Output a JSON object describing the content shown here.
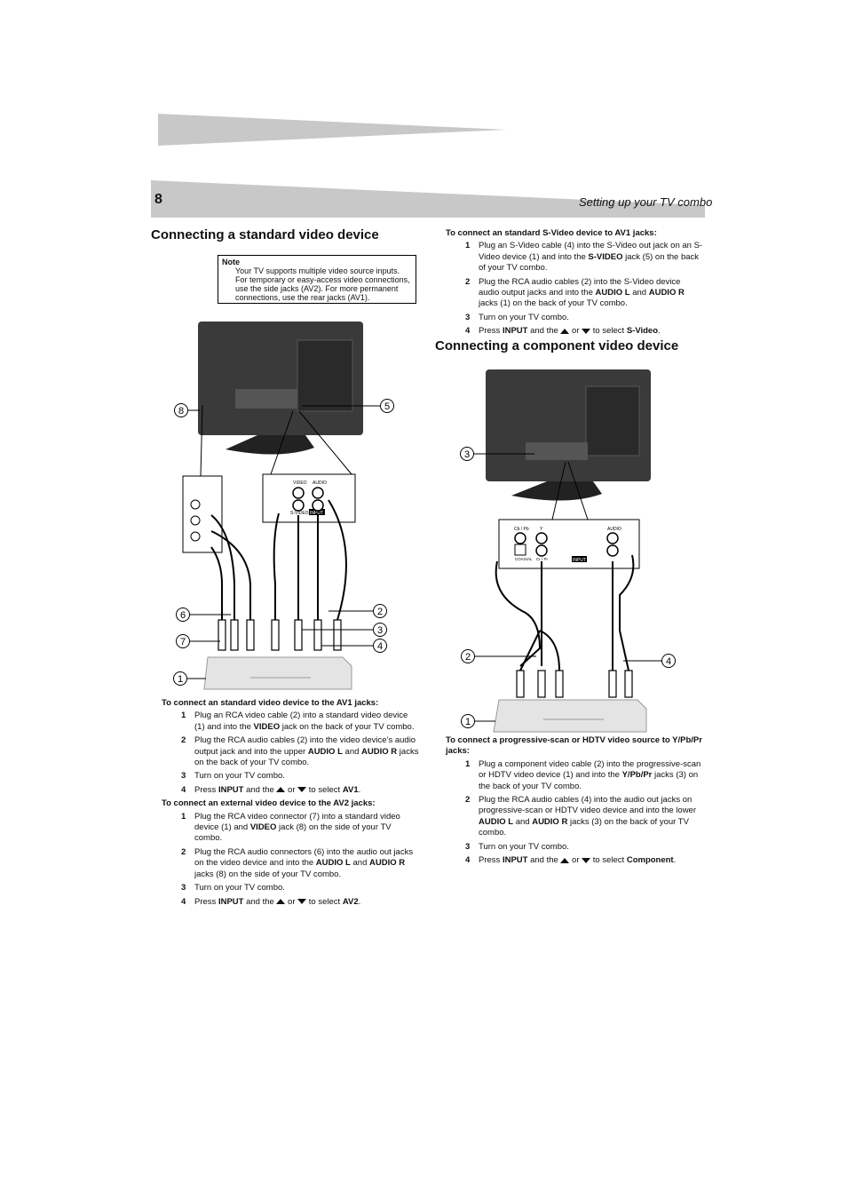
{
  "header": {
    "page_number": "8",
    "section_title": "Setting up your TV combo"
  },
  "left": {
    "heading": "Connecting a standard video device",
    "note": {
      "title": "Note",
      "body": "Your TV supports multiple video source inputs. For temporary or easy-access video connections, use the side jacks (AV2). For more permanent connections, use the rear jacks (AV1)."
    },
    "figure": {
      "callouts": [
        "8",
        "5",
        "6",
        "2",
        "3",
        "7",
        "4",
        "1"
      ],
      "panel_labels": {
        "video": "VIDEO",
        "audio": "AUDIO",
        "svideo": "S-VIDEO",
        "input": "INPUT 1"
      }
    },
    "av1": {
      "heading": "To connect an standard video device to the AV1 jacks:",
      "s1_a": "Plug an RCA video cable (2) into a standard video device (1) and into the ",
      "s1_b": "VIDEO",
      "s1_c": " jack on the back of your TV combo.",
      "s2_a": "Plug the RCA audio cables (2) into the video device’s audio output jack and into the upper ",
      "s2_b": "AUDIO L",
      "s2_c": " and ",
      "s2_d": "AUDIO R",
      "s2_e": " jacks on the back of your TV combo.",
      "s3": "Turn on your TV combo.",
      "s4_a": "Press ",
      "s4_b": "INPUT",
      "s4_c": " and the ",
      "s4_d": " or ",
      "s4_e": " to select ",
      "s4_f": "AV1",
      "s4_g": "."
    },
    "av2": {
      "heading": "To connect an external video device to the AV2 jacks:",
      "s1_a": "Plug the RCA video connector (7) into a standard video device (1) and ",
      "s1_b": "VIDEO",
      "s1_c": " jack (8) on the side of your TV combo.",
      "s2_a": "Plug the RCA audio connectors (6) into the audio out jacks on the video device and into the ",
      "s2_b": "AUDIO L",
      "s2_c": " and ",
      "s2_d": "AUDIO R",
      "s2_e": " jacks (8) on the side of your TV combo.",
      "s3": "Turn on your TV combo.",
      "s4_a": "Press ",
      "s4_b": "INPUT",
      "s4_c": " and the ",
      "s4_d": " or ",
      "s4_e": " to select ",
      "s4_f": "AV2",
      "s4_g": "."
    }
  },
  "right": {
    "svideo": {
      "heading": "To connect an standard S-Video device to AV1 jacks:",
      "s1_a": "Plug an S-Video cable (4) into the S-Video out jack on an S-Video device (1) and into the ",
      "s1_b": "S-VIDEO",
      "s1_c": " jack (5) on the back of your TV combo.",
      "s2_a": "Plug the RCA audio cables (2) into the S-Video device audio output jacks and into the ",
      "s2_b": "AUDIO L",
      "s2_c": " and ",
      "s2_d": "AUDIO R",
      "s2_e": " jacks (1) on the back of your TV combo.",
      "s3": "Turn on your TV combo.",
      "s4_a": "Press ",
      "s4_b": "INPUT",
      "s4_c": " and the ",
      "s4_d": " or ",
      "s4_e": " to select ",
      "s4_f": "S-Video",
      "s4_g": "."
    },
    "heading": "Connecting a component video device",
    "figure": {
      "callouts": [
        "3",
        "2",
        "4",
        "1"
      ],
      "panel_labels": {
        "cbpb": "Cb / Pb",
        "y": "Y",
        "audio": "AUDIO",
        "coaxial": "COAXIAL",
        "crpr": "Cr / Pr",
        "input": "INPUT"
      }
    },
    "component": {
      "heading": "To connect a progressive-scan or HDTV video source to Y/Pb/Pr jacks:",
      "s1_a": "Plug a component video cable (2) into the progressive-scan or HDTV video device (1) and into the ",
      "s1_b": "Y/Pb/Pr",
      "s1_c": " jacks (3) on the back of your TV combo.",
      "s2_a": "Plug the RCA audio cables (4) into the audio out jacks on progressive-scan or HDTV video device and into the lower ",
      "s2_b": "AUDIO L",
      "s2_c": " and ",
      "s2_d": "AUDIO R",
      "s2_e": " jacks (3) on the back of your TV combo.",
      "s3": "Turn on your TV combo.",
      "s4_a": "Press ",
      "s4_b": "INPUT",
      "s4_c": " and the ",
      "s4_d": " or ",
      "s4_e": " to select ",
      "s4_f": "Component",
      "s4_g": "."
    }
  },
  "colors": {
    "band": "#c8c8c8",
    "device": "#e4e4e4",
    "tv": "#3a3a3a"
  }
}
